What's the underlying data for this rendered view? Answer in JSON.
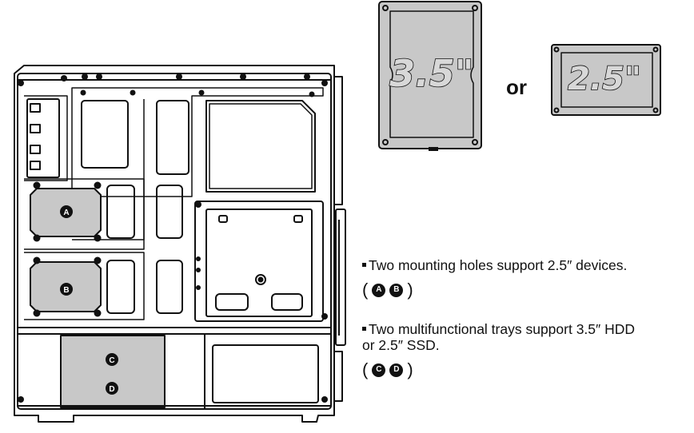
{
  "drives": {
    "large_label": "3.5\"",
    "small_label": "2.5\"",
    "or_text": "or"
  },
  "markers": [
    "A",
    "B",
    "C",
    "D"
  ],
  "notes": [
    {
      "lines": [
        "Two mounting holes support 2.5″ devices."
      ],
      "refs": [
        "A",
        "B"
      ]
    },
    {
      "lines": [
        "Two multifunctional trays support 3.5″ HDD",
        "or 2.5″ SSD."
      ],
      "refs": [
        "C",
        "D"
      ]
    }
  ],
  "colors": {
    "line": "#111111",
    "fill_gray": "#c8c8c8",
    "bg": "#ffffff"
  }
}
